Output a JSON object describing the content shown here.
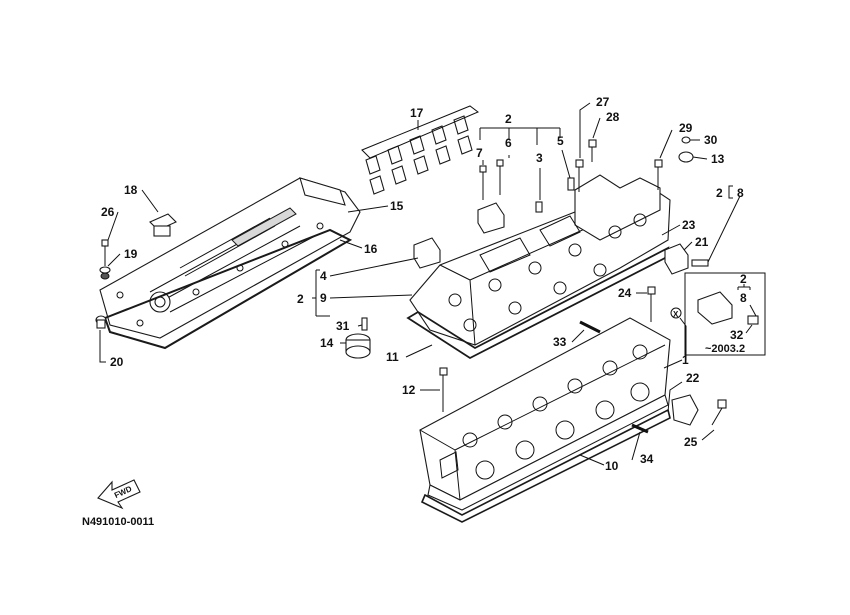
{
  "diagram": {
    "drawing_code": "N491010-0011",
    "fwd_label": "FWD",
    "inset_note": "~2003.2",
    "callouts": [
      "1",
      "2",
      "3",
      "4",
      "5",
      "6",
      "7",
      "8",
      "9",
      "10",
      "11",
      "12",
      "13",
      "14",
      "15",
      "16",
      "17",
      "18",
      "19",
      "20",
      "21",
      "22",
      "23",
      "24",
      "25",
      "26",
      "27",
      "28",
      "29",
      "30",
      "31",
      "32",
      "33",
      "34"
    ],
    "labels": {
      "n1": "1",
      "n2a": "2",
      "n2b": "2",
      "n2c": "2",
      "n2d": "2",
      "n3": "3",
      "n4": "4",
      "n5": "5",
      "n6": "6",
      "n7": "7",
      "n8a": "8",
      "n8b": "8",
      "n9": "9",
      "n10": "10",
      "n11": "11",
      "n12": "12",
      "n13": "13",
      "n14": "14",
      "n15": "15",
      "n16": "16",
      "n17": "17",
      "n18": "18",
      "n19": "19",
      "n20": "20",
      "n21": "21",
      "n22": "22",
      "n23": "23",
      "n24": "24",
      "n25": "25",
      "n26": "26",
      "n27": "27",
      "n28": "28",
      "n29": "29",
      "n30": "30",
      "n31": "31",
      "n32": "32",
      "n33": "33",
      "n34": "34",
      "x": "X"
    }
  }
}
